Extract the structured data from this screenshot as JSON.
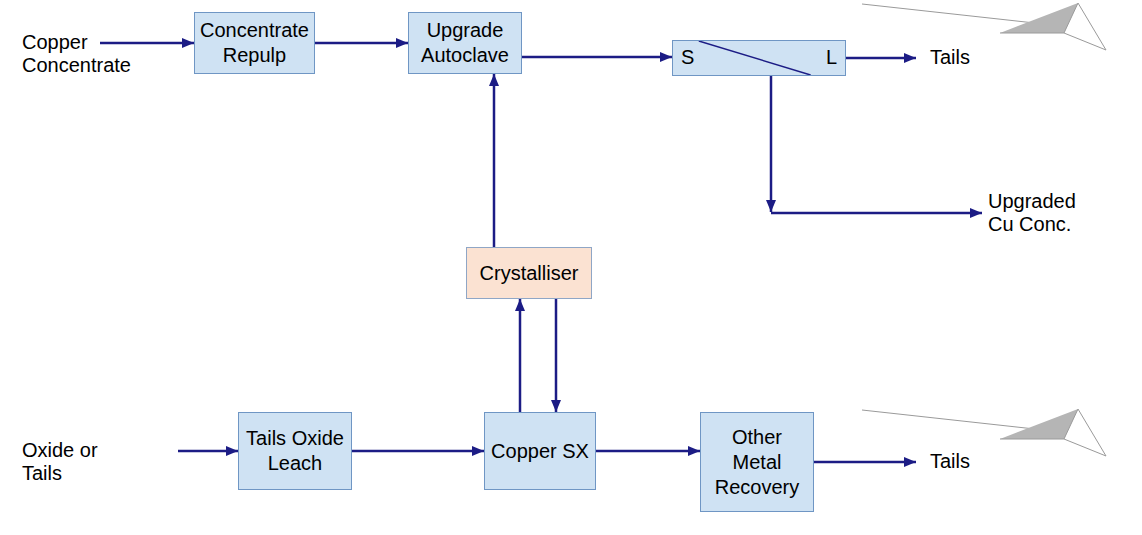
{
  "diagram": {
    "nodes": [
      {
        "text": [
          "Concentrate Repulp"
        ]
      },
      {
        "text": [
          "Upgrade Autoclave"
        ]
      },
      {
        "text": [
          "S",
          "L"
        ]
      },
      {
        "text": [
          "Crystalliser"
        ]
      },
      {
        "text": [
          "Tails Oxide Leach"
        ]
      },
      {
        "text": [
          "Copper SX"
        ]
      },
      {
        "text": [
          "Other Metal Recovery"
        ]
      }
    ],
    "edges": [
      {
        "from": 0,
        "to": 1,
        "arrow": "to"
      },
      {
        "from": 1,
        "to": 2,
        "arrow": "to"
      },
      {
        "from": 3,
        "to": 1,
        "arrow": "to"
      },
      {
        "from": 4,
        "to": 5,
        "arrow": "to"
      },
      {
        "from": 5,
        "to": 3,
        "arrow": "to"
      },
      {
        "from": 3,
        "to": 5,
        "arrow": "to"
      },
      {
        "from": 5,
        "to": 6,
        "arrow": "to"
      }
    ],
    "labels": [
      "Copper Concentrate",
      "Tails",
      "Upgraded Cu Conc.",
      "Oxide or Tails",
      "Tails"
    ]
  }
}
